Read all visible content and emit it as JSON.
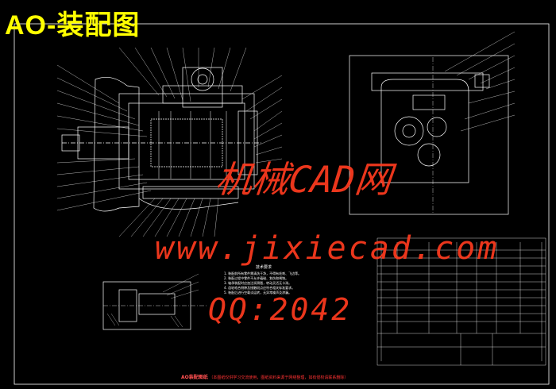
{
  "title": "AO-装配图",
  "watermark": {
    "line1": "机械CAD网",
    "line2": "www.jixiecad.com",
    "line3": "QQ:2042"
  },
  "notes": {
    "header": "技术要求",
    "items": [
      "1. 装配前所有零件需清洗干净，不得有毛刺、飞边等。",
      "2. 装配过程中零件不允许磕碰、划伤和锈蚀。",
      "3. 轴承装配时应加注润滑脂，转动灵活无卡滞。",
      "4. 齿轮啮合侧隙及接触斑点应符合相关标准要求。",
      "5. 装配后进行空载试运转，无异常噪声及渗漏。"
    ]
  },
  "footer": {
    "heading": "AO装配图纸",
    "text": "（本图纸仅供学习交流使用，图纸资料来源于网络整理，如有侵权请联系删除）"
  },
  "colors": {
    "background": "#000000",
    "line": "#ffffff",
    "title": "#ffff00",
    "watermark": "#ff3b1f",
    "annotation": "#ff3333"
  }
}
